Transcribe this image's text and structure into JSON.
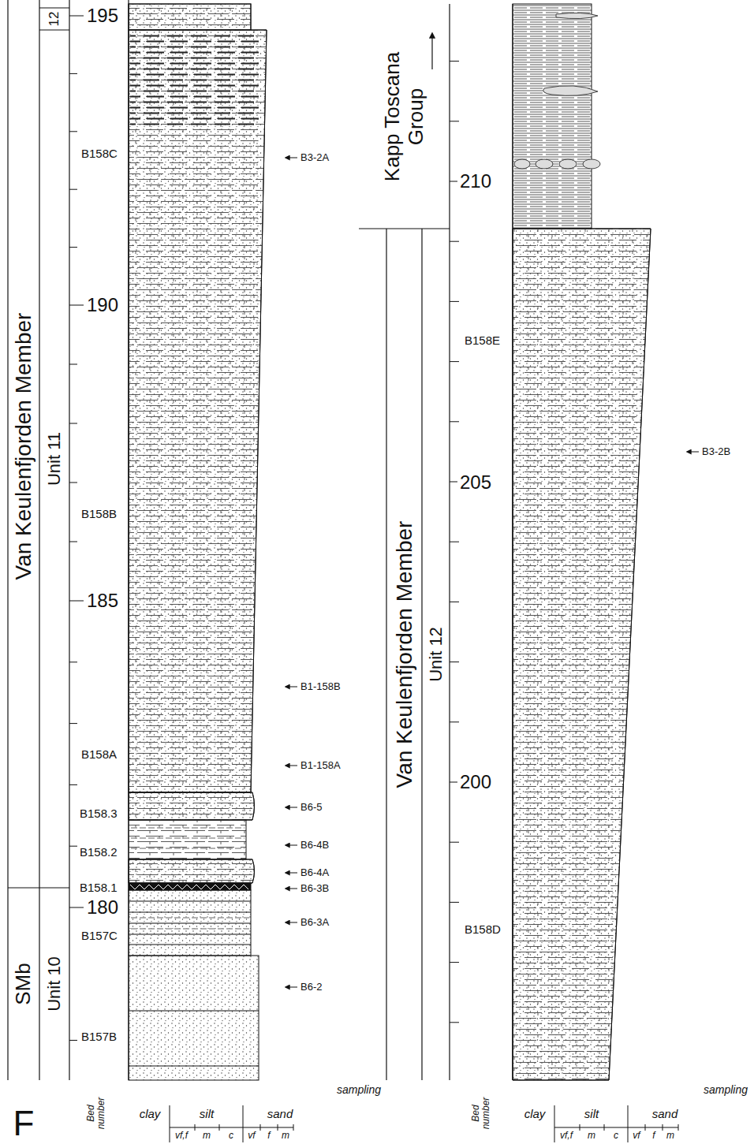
{
  "diagram": {
    "nodes": [
      {
        "text": [
          "Van Keulenfjorden Member"
        ]
      },
      {
        "text": [
          "Unit 11"
        ]
      },
      {
        "text": [
          "12"
        ]
      },
      {
        "text": [
          "SMb"
        ]
      },
      {
        "text": [
          "Unit 10"
        ]
      },
      {
        "text": [
          "Kapp Toscana Group"
        ]
      },
      {
        "text": [
          "Van Keulenfjorden Member"
        ]
      },
      {
        "text": [
          "Unit 12"
        ]
      }
    ],
    "labels": [
      "195",
      "190",
      "185",
      "180",
      "210",
      "205",
      "200",
      "B158C",
      "B158B",
      "B158A",
      "B158.3",
      "B158.2",
      "B158.1",
      "B157C",
      "B157B",
      "B158E",
      "B158D",
      "B3-2A",
      "B1-158B",
      "B1-158A",
      "B6-5",
      "B6-4B",
      "B6-4A",
      "B6-3B",
      "B6-3A",
      "B6-2",
      "B3-2B",
      "sampling",
      "sampling",
      "Bed number",
      "Bed number",
      "clay",
      "silt",
      "sand",
      "vf,f",
      "m",
      "c",
      "vf",
      "f",
      "m",
      "clay",
      "silt",
      "sand",
      "vf,f",
      "m",
      "c",
      "vf",
      "f",
      "m",
      "F"
    ]
  }
}
